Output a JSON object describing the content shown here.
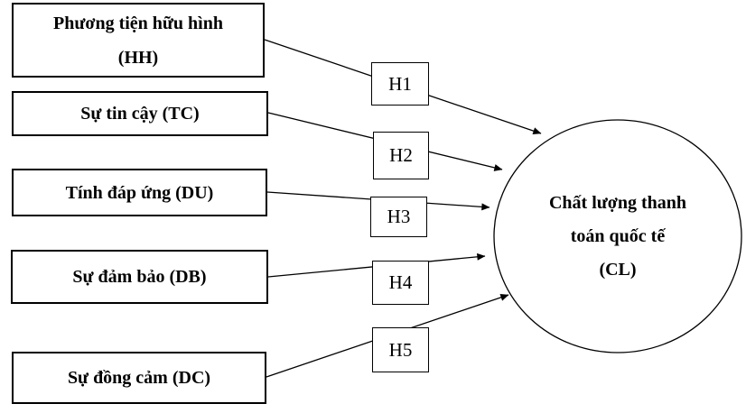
{
  "diagram": {
    "title": "Service quality research model",
    "colors": {
      "background": "#ffffff",
      "stroke": "#000000",
      "text": "#000000"
    },
    "factors": [
      {
        "code": "HH",
        "lines": [
          "Phương tiện hữu hình",
          "(HH)"
        ]
      },
      {
        "code": "TC",
        "lines": [
          "Sự tin cậy (TC)"
        ]
      },
      {
        "code": "DU",
        "lines": [
          "Tính đáp ứng (DU)"
        ]
      },
      {
        "code": "DB",
        "lines": [
          "Sự đảm bảo (DB)"
        ]
      },
      {
        "code": "DC",
        "lines": [
          "Sự đồng cảm (DC)"
        ]
      }
    ],
    "hypotheses": [
      {
        "label": "H1"
      },
      {
        "label": "H2"
      },
      {
        "label": "H3"
      },
      {
        "label": "H4"
      },
      {
        "label": "H5"
      }
    ],
    "outcome": {
      "code": "CL",
      "lines": [
        "Chất lượng thanh",
        "toán quốc tế",
        "(CL)"
      ]
    }
  }
}
